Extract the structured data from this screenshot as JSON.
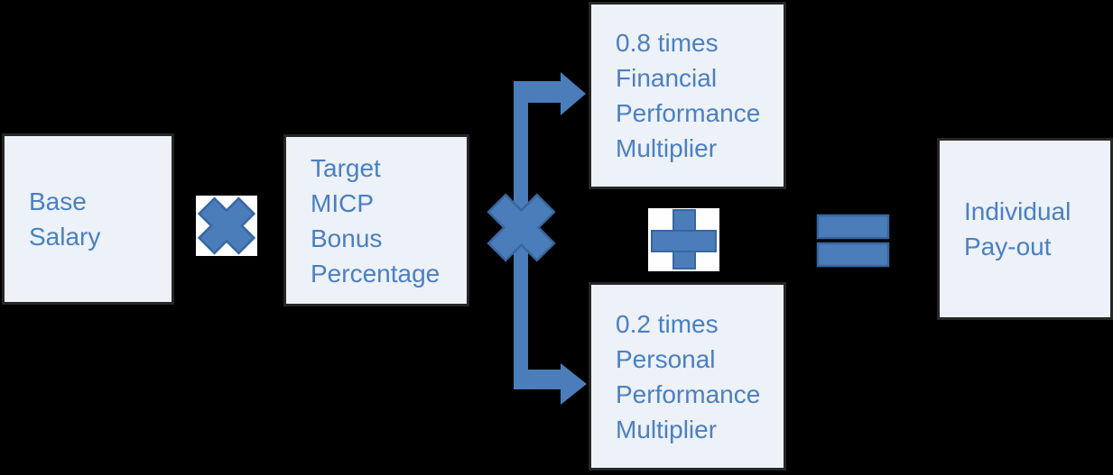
{
  "diagram": {
    "colors": {
      "background": "#000000",
      "box_fill": "#edf1f8",
      "box_border": "#262626",
      "text": "#4a80c2",
      "shape_fill": "#4a7db9",
      "shape_stroke": "#38679f",
      "icon_bg": "#fefefe"
    },
    "boxes": [
      {
        "name": "base-salary",
        "lines": [
          "Base",
          "Salary"
        ]
      },
      {
        "name": "target-micp-bonus",
        "lines": [
          "Target",
          "MICP",
          "Bonus",
          "Percentage"
        ]
      },
      {
        "name": "financial-multiplier",
        "lines": [
          "0.8 times",
          "Financial",
          "Performance",
          "Multiplier"
        ]
      },
      {
        "name": "personal-multiplier",
        "lines": [
          "0.2 times",
          "Personal",
          "Performance",
          "Multiplier"
        ]
      },
      {
        "name": "individual-payout",
        "lines": [
          "Individual",
          "Pay-out"
        ]
      }
    ],
    "operators": [
      {
        "icon": "multiply-icon",
        "symbol": "×"
      },
      {
        "icon": "multiply-icon",
        "symbol": "×"
      },
      {
        "icon": "plus-icon",
        "symbol": "+"
      },
      {
        "icon": "equals-icon",
        "symbol": "="
      }
    ]
  }
}
